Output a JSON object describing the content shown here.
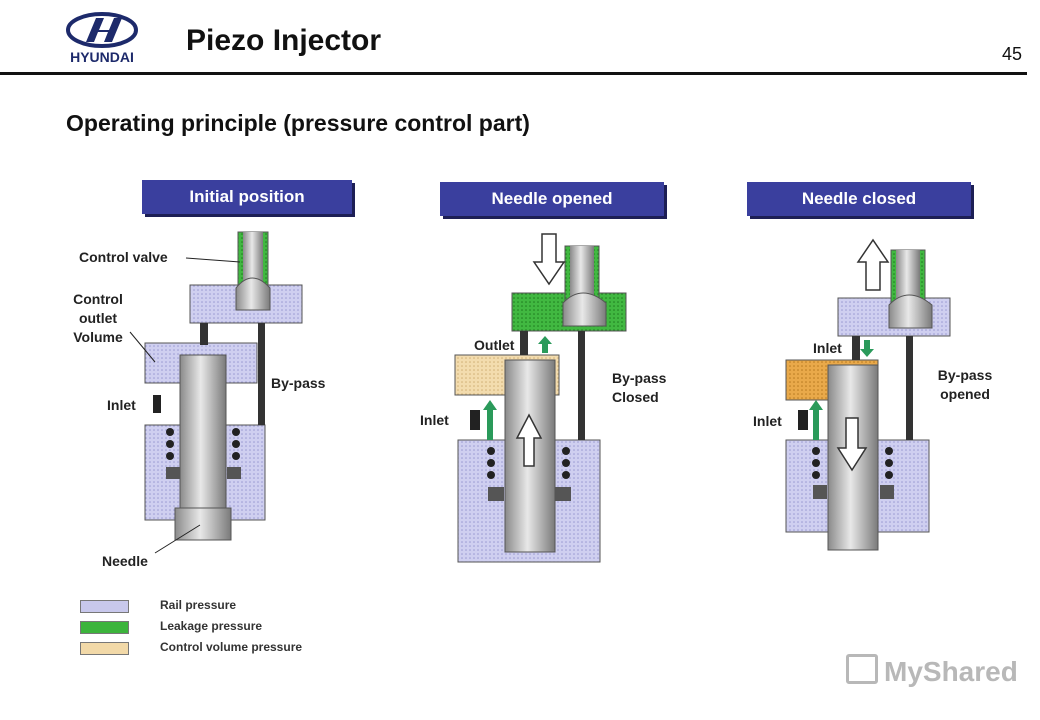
{
  "header": {
    "logo_text": "HYUNDAI",
    "title": "Piezo Injector",
    "page_number": "45"
  },
  "subtitle": "Operating principle (pressure control part)",
  "panels": [
    {
      "heading": "Initial position",
      "labels": {
        "control_valve": "Control valve",
        "control_outlet_volume": "Control outlet Volume",
        "bypass": "By-pass",
        "inlet": "Inlet",
        "needle": "Needle"
      }
    },
    {
      "heading": "Needle opened",
      "labels": {
        "outlet": "Outlet",
        "bypass": "By-pass Closed",
        "inlet": "Inlet"
      }
    },
    {
      "heading": "Needle closed",
      "labels": {
        "inlet_top": "Inlet",
        "bypass": "By-pass opened",
        "inlet": "Inlet"
      }
    }
  ],
  "legend": [
    {
      "label": "Rail pressure",
      "color": "#c8c8ec"
    },
    {
      "label": "Leakage pressure",
      "color": "#3cb43c"
    },
    {
      "label": "Control volume pressure",
      "color": "#f2d9a8"
    }
  ],
  "colors": {
    "rail": "#c8c8ec",
    "leakage": "#3cb43c",
    "control_volume": "#f2d9a8",
    "control_volume_dark": "#e8a848",
    "header_bg": "#3a3f9e",
    "arrow_green": "#2a9a5a"
  },
  "watermark": "MyShared"
}
